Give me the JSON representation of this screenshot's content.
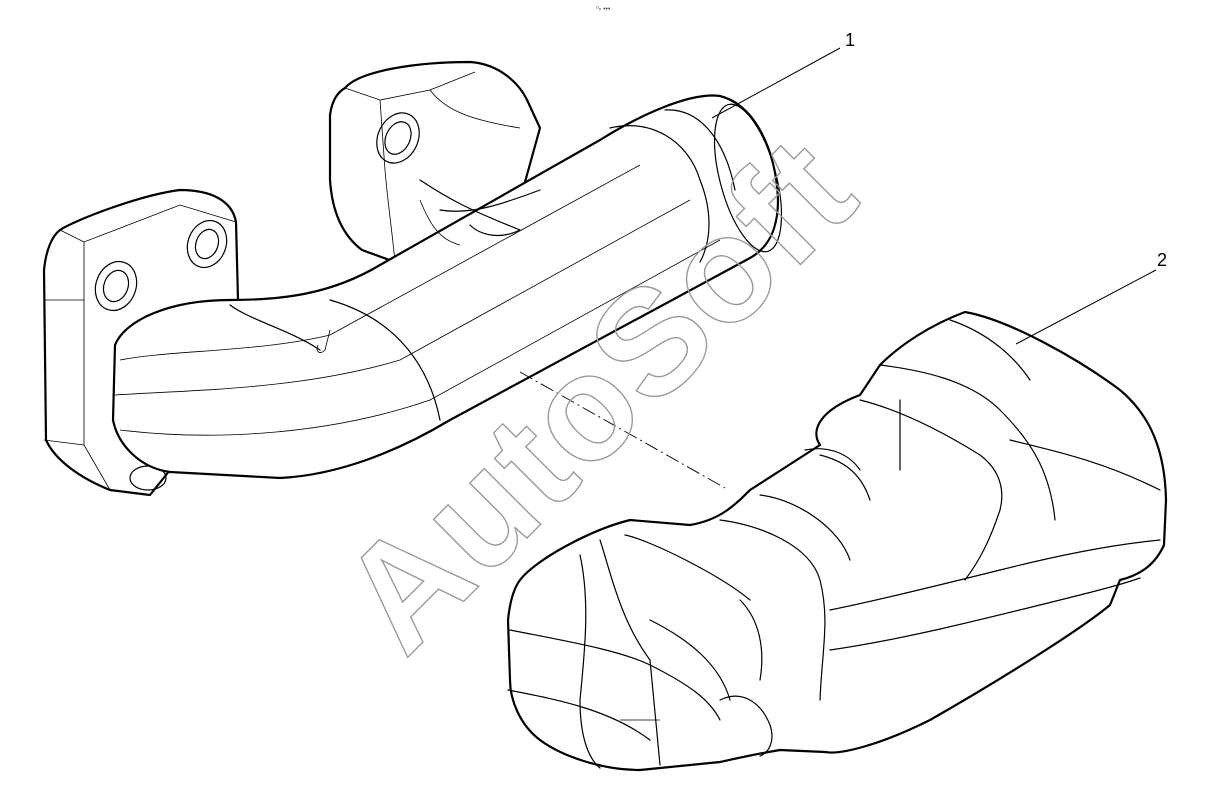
{
  "drawing": {
    "top_mark": "⁰⸗ •••",
    "watermark": "AutoSoft",
    "callouts": [
      {
        "label": "1"
      },
      {
        "label": "2"
      }
    ]
  }
}
